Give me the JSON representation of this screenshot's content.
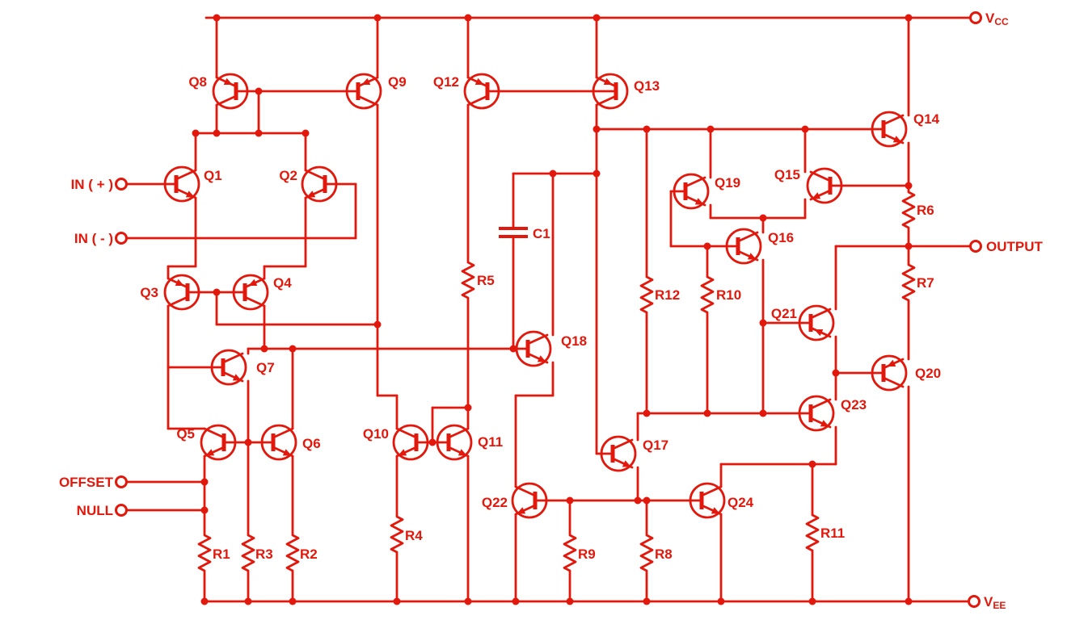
{
  "diagram": {
    "type": "circuit-schematic",
    "subject": "Operational amplifier internal schematic",
    "colors": {
      "ink": "#e2180c",
      "background": "#ffffff"
    },
    "terminals": [
      {
        "id": "in-plus",
        "label": "IN ( + )"
      },
      {
        "id": "in-minus",
        "label": "IN ( - )"
      },
      {
        "id": "offset",
        "label": "OFFSET"
      },
      {
        "id": "null",
        "label": "NULL"
      },
      {
        "id": "vcc",
        "main": "V",
        "sub": "CC"
      },
      {
        "id": "output",
        "label": "OUTPUT"
      },
      {
        "id": "vee",
        "main": "V",
        "sub": "EE"
      }
    ],
    "transistors": [
      {
        "id": "Q1",
        "label": "Q1",
        "type": "npn"
      },
      {
        "id": "Q2",
        "label": "Q2",
        "type": "npn"
      },
      {
        "id": "Q3",
        "label": "Q3",
        "type": "pnp"
      },
      {
        "id": "Q4",
        "label": "Q4",
        "type": "pnp"
      },
      {
        "id": "Q5",
        "label": "Q5",
        "type": "npn"
      },
      {
        "id": "Q6",
        "label": "Q6",
        "type": "npn"
      },
      {
        "id": "Q7",
        "label": "Q7",
        "type": "npn"
      },
      {
        "id": "Q8",
        "label": "Q8",
        "type": "pnp"
      },
      {
        "id": "Q9",
        "label": "Q9",
        "type": "pnp"
      },
      {
        "id": "Q10",
        "label": "Q10",
        "type": "npn"
      },
      {
        "id": "Q11",
        "label": "Q11",
        "type": "npn"
      },
      {
        "id": "Q12",
        "label": "Q12",
        "type": "pnp"
      },
      {
        "id": "Q13",
        "label": "Q13",
        "type": "pnp"
      },
      {
        "id": "Q14",
        "label": "Q14",
        "type": "npn"
      },
      {
        "id": "Q15",
        "label": "Q15",
        "type": "npn"
      },
      {
        "id": "Q16",
        "label": "Q16",
        "type": "npn"
      },
      {
        "id": "Q17",
        "label": "Q17",
        "type": "npn"
      },
      {
        "id": "Q18",
        "label": "Q18",
        "type": "npn"
      },
      {
        "id": "Q19",
        "label": "Q19",
        "type": "npn"
      },
      {
        "id": "Q20",
        "label": "Q20",
        "type": "pnp"
      },
      {
        "id": "Q21",
        "label": "Q21",
        "type": "pnp"
      },
      {
        "id": "Q22",
        "label": "Q22",
        "type": "npn"
      },
      {
        "id": "Q23",
        "label": "Q23",
        "type": "npn"
      },
      {
        "id": "Q24",
        "label": "Q24",
        "type": "npn"
      }
    ],
    "resistors": [
      {
        "id": "R1",
        "label": "R1"
      },
      {
        "id": "R2",
        "label": "R2"
      },
      {
        "id": "R3",
        "label": "R3"
      },
      {
        "id": "R4",
        "label": "R4"
      },
      {
        "id": "R5",
        "label": "R5"
      },
      {
        "id": "R6",
        "label": "R6"
      },
      {
        "id": "R7",
        "label": "R7"
      },
      {
        "id": "R8",
        "label": "R8"
      },
      {
        "id": "R9",
        "label": "R9"
      },
      {
        "id": "R10",
        "label": "R10"
      },
      {
        "id": "R11",
        "label": "R11"
      },
      {
        "id": "R12",
        "label": "R12"
      }
    ],
    "capacitors": [
      {
        "id": "C1",
        "label": "C1"
      }
    ]
  }
}
